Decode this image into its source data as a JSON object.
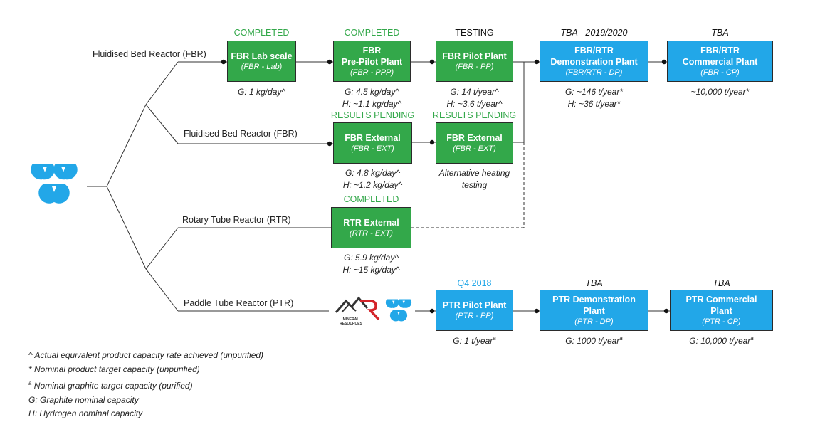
{
  "branches": [
    {
      "label": "Fluidised Bed Reactor (FBR)"
    },
    {
      "label": "Fluidised Bed Reactor (FBR)"
    },
    {
      "label": "Rotary Tube Reactor (RTR)"
    },
    {
      "label": "Paddle Tube Reactor (PTR)"
    }
  ],
  "stages": {
    "fbr_lab": {
      "status": "COMPLETED",
      "title": "FBR Lab scale",
      "code": "(FBR - Lab)",
      "notes": [
        "G: 1 kg/day^"
      ]
    },
    "fbr_ppp": {
      "status": "COMPLETED",
      "title1": "FBR",
      "title2": "Pre-Pilot Plant",
      "code": "(FBR - PPP)",
      "notes": [
        "G: 4.5 kg/day^",
        "H: ~1.1 kg/day^"
      ]
    },
    "fbr_pp": {
      "status": "TESTING",
      "title": "FBR Pilot Plant",
      "code": "(FBR - PP)",
      "notes": [
        "G: 14 t/year^",
        "H: ~3.6 t/year^"
      ]
    },
    "fbr_dp": {
      "status": "TBA - 2019/2020",
      "title1": "FBR/RTR",
      "title2": "Demonstration Plant",
      "code": "(FBR/RTR - DP)",
      "notes": [
        "G: ~146 t/year*",
        "H: ~36 t/year*"
      ]
    },
    "fbr_cp": {
      "status": "TBA",
      "title1": "FBR/RTR",
      "title2": "Commercial Plant",
      "code": "(FBR - CP)",
      "notes": [
        "~10,000 t/year*"
      ]
    },
    "fbr_ext1": {
      "status": "RESULTS PENDING",
      "title": "FBR External",
      "code": "(FBR - EXT)",
      "notes": [
        "G: 4.8 kg/day^",
        "H: ~1.2 kg/day^"
      ]
    },
    "fbr_ext2": {
      "status": "RESULTS PENDING",
      "title": "FBR External",
      "code": "(FBR - EXT)",
      "notes": [
        "Alternative heating",
        "testing"
      ]
    },
    "rtr_ext": {
      "status": "COMPLETED",
      "title": "RTR External",
      "code": "(RTR - EXT)",
      "notes": [
        "G: 5.9 kg/day^",
        "H: ~15 kg/day^"
      ]
    },
    "ptr_pp": {
      "status": "Q4 2018",
      "title": "PTR Pilot Plant",
      "code": "(PTR - PP)",
      "note_prefix": "G: 1 t/year",
      "note_sup": "a"
    },
    "ptr_dp": {
      "status": "TBA",
      "title1": "PTR Demonstration",
      "title2": "Plant",
      "code": "(PTR - DP)",
      "note_prefix": "G: 1000 t/year",
      "note_sup": "a"
    },
    "ptr_cp": {
      "status": "TBA",
      "title1": "PTR Commercial",
      "title2": "Plant",
      "code": "(PTR - CP)",
      "note_prefix": "G: 10,000 t/year",
      "note_sup": "a"
    }
  },
  "logo_mr_text": "MINERAL RESOURCES",
  "legend": {
    "line1": "^ Actual equivalent product capacity rate achieved (unpurified)",
    "line2": "* Nominal product target capacity (unpurified)",
    "line3_sup": "a",
    "line3": " Nominal graphite target capacity (purified)",
    "line4": "G: Graphite nominal capacity",
    "line5": "H: Hydrogen nominal capacity"
  },
  "colors": {
    "completed_green": "#33a84a",
    "planned_blue": "#22a7e8",
    "logo_blue": "#22a7e8",
    "mr_red": "#d4242a"
  }
}
